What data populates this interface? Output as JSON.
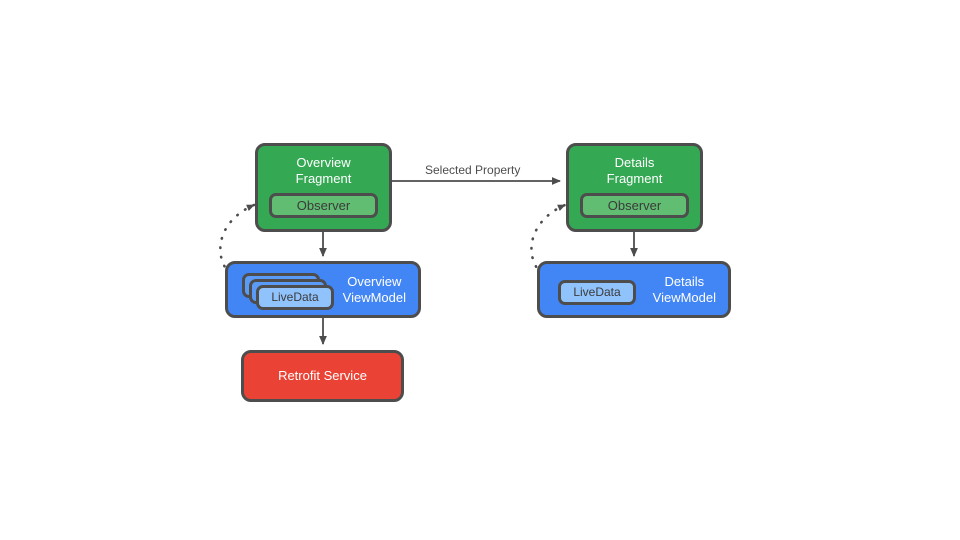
{
  "diagram": {
    "title": "Android LiveData Observer architecture flow",
    "background_color": "#ffffff",
    "colors": {
      "fragment_green": "#34a853",
      "observer_green": "#60bd72",
      "viewmodel_blue": "#4285f4",
      "livedata_blue": "#90c2fb",
      "livedata_stack_blue": "#5b9bf8",
      "service_red": "#ea4335",
      "stroke_dark": "#4d4d4d",
      "label_text": "#4d4d4d",
      "node_text": "#ffffff",
      "inner_text": "#3b3b3b"
    },
    "nodes": {
      "overview_fragment": {
        "label": "Overview\nFragment",
        "inner_label": "Observer",
        "type": "fragment"
      },
      "details_fragment": {
        "label": "Details\nFragment",
        "inner_label": "Observer",
        "type": "fragment"
      },
      "overview_viewmodel": {
        "label": "Overview\nViewModel",
        "inner_label": "LiveData",
        "stack_count": 3,
        "type": "viewmodel"
      },
      "details_viewmodel": {
        "label": "Details\nViewModel",
        "inner_label": "LiveData",
        "stack_count": 1,
        "type": "viewmodel"
      },
      "retrofit_service": {
        "label": "Retrofit Service",
        "type": "service"
      }
    },
    "edges": {
      "selected_property": {
        "label": "Selected Property",
        "style": "solid-arrow",
        "from": "overview_fragment",
        "to": "details_fragment"
      },
      "overview_fragment_to_viewmodel": {
        "label": "",
        "style": "solid-arrow",
        "from": "overview_fragment",
        "to": "overview_viewmodel"
      },
      "details_fragment_to_viewmodel": {
        "label": "",
        "style": "solid-arrow",
        "from": "details_fragment",
        "to": "details_viewmodel"
      },
      "overview_viewmodel_to_retrofit": {
        "label": "",
        "style": "solid-arrow",
        "from": "overview_viewmodel",
        "to": "retrofit_service"
      },
      "overview_livedata_to_observer": {
        "label": "",
        "style": "dotted-arrow",
        "from": "overview_viewmodel",
        "to": "overview_fragment"
      },
      "details_livedata_to_observer": {
        "label": "",
        "style": "dotted-arrow",
        "from": "details_viewmodel",
        "to": "details_fragment"
      }
    }
  }
}
